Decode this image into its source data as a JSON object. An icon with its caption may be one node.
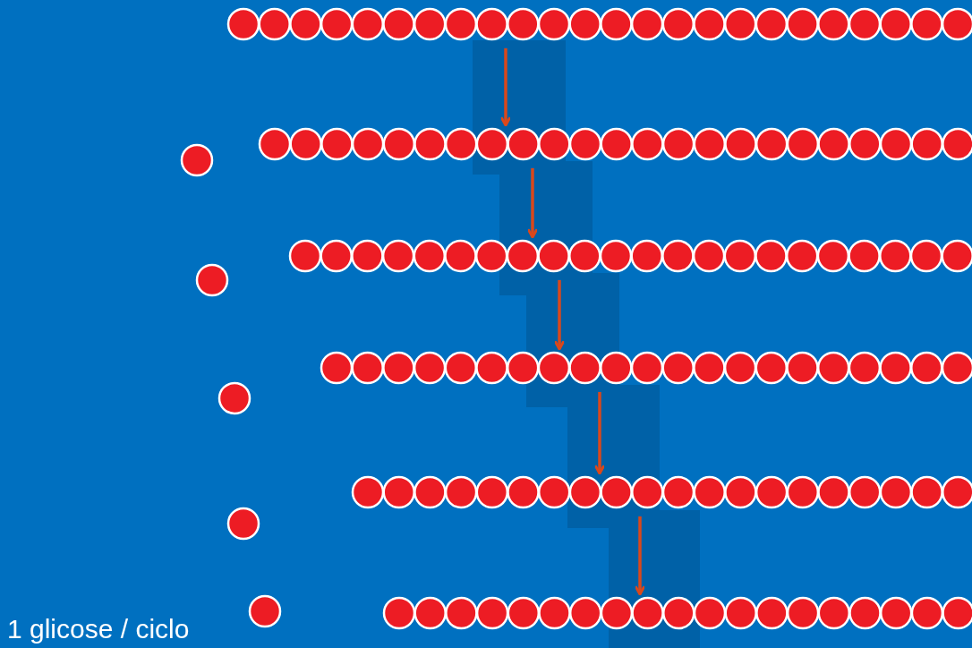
{
  "diagram": {
    "nodes": [
      {
        "text": [],
        "shape": "bar"
      },
      {
        "text": [],
        "shape": "bar"
      },
      {
        "text": [],
        "shape": "bar"
      },
      {
        "text": [],
        "shape": "bar"
      },
      {
        "text": [],
        "shape": "bar"
      },
      {
        "text": [],
        "shape": "bar"
      },
      {
        "text": [],
        "shape": "circle"
      },
      {
        "text": [],
        "shape": "circle"
      },
      {
        "text": [],
        "shape": "circle"
      },
      {
        "text": [],
        "shape": "circle"
      },
      {
        "text": [],
        "shape": "circle"
      }
    ],
    "edges": [
      {
        "from": 0,
        "to": 1,
        "arrow": "to"
      },
      {
        "from": 1,
        "to": 2,
        "arrow": "to"
      },
      {
        "from": 2,
        "to": 3,
        "arrow": "to"
      },
      {
        "from": 3,
        "to": 4,
        "arrow": "to"
      },
      {
        "from": 4,
        "to": 5,
        "arrow": "to"
      }
    ],
    "labels": [
      "1 glicose / ciclo"
    ]
  }
}
